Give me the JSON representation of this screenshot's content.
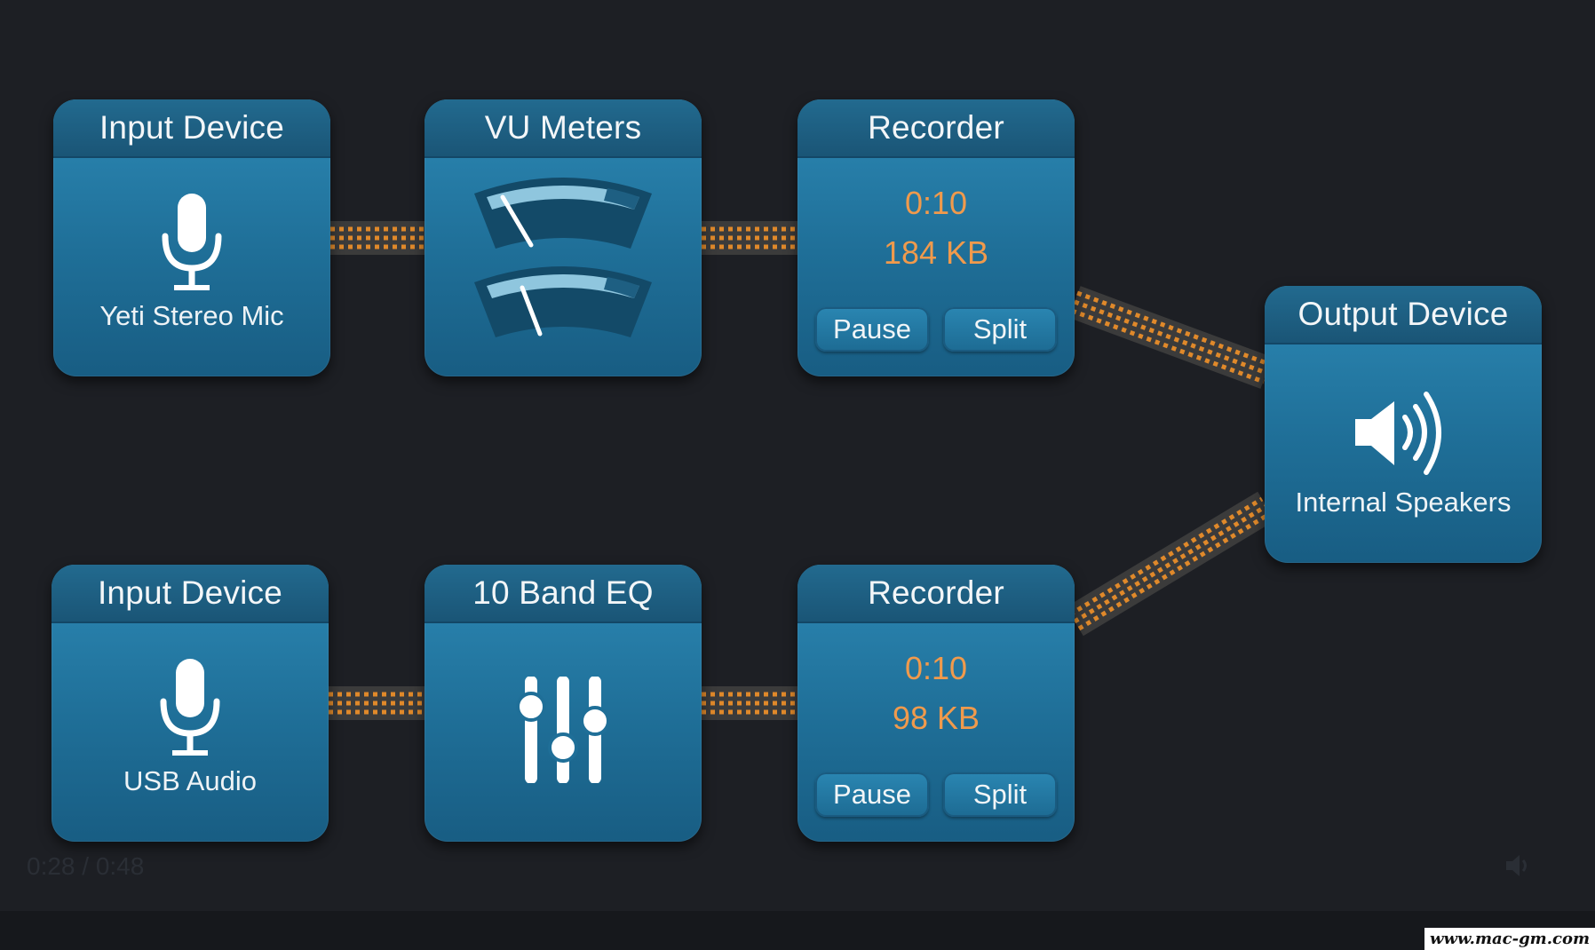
{
  "top_row": {
    "input": {
      "header": "Input Device",
      "label": "Yeti Stereo Mic",
      "icon": "microphone-icon"
    },
    "effect": {
      "header": "VU Meters",
      "icon": "vu-meters-icon"
    },
    "recorder": {
      "header": "Recorder",
      "time": "0:10",
      "size": "184 KB",
      "pause": "Pause",
      "split": "Split"
    }
  },
  "bottom_row": {
    "input": {
      "header": "Input Device",
      "label": "USB Audio",
      "icon": "microphone-icon"
    },
    "effect": {
      "header": "10 Band EQ",
      "icon": "equalizer-sliders-icon"
    },
    "recorder": {
      "header": "Recorder",
      "time": "0:10",
      "size": "98 KB",
      "pause": "Pause",
      "split": "Split"
    }
  },
  "output": {
    "header": "Output Device",
    "label": "Internal Speakers",
    "icon": "speaker-icon"
  },
  "player": {
    "timestamp": "0:28 / 0:48",
    "volume_icon": "volume-icon"
  },
  "watermark": "www.mac-gm.com",
  "colors": {
    "background": "#1d1f24",
    "box": "#1f6f98",
    "header": "#1a5576",
    "accent": "#f09a4c",
    "wire_dark": "#4a4a4a",
    "wire_light": "#e08a2c"
  }
}
